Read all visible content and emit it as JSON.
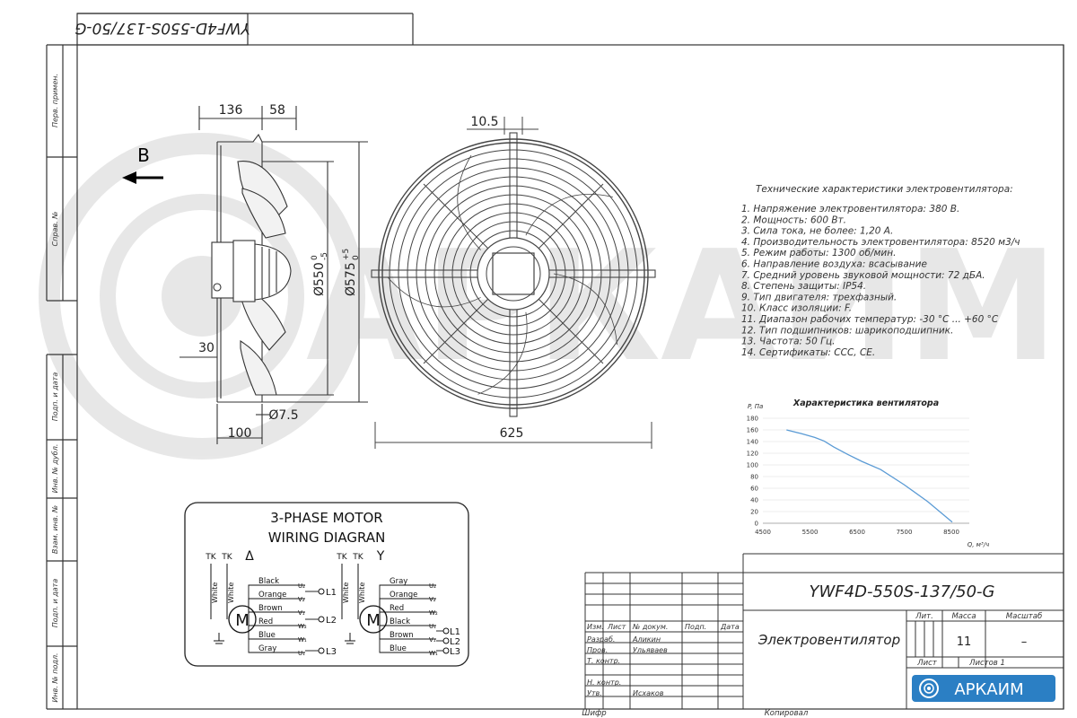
{
  "sheet": {
    "top_stamp": "YWF4D-550S-137/50-G",
    "side_labels": [
      "Перв. примен.",
      "Справ. №",
      "Подп. и дата",
      "Инв. № дубл.",
      "Взам. инв. №",
      "Подп. и дата",
      "Инв. № подл."
    ]
  },
  "side_view": {
    "airflow_letter": "B",
    "dims": {
      "d136": "136",
      "d58": "58",
      "d30": "30",
      "d100": "100",
      "hole": "Ø7.5",
      "dia550": "Ø550",
      "dia550_tol_top": "0",
      "dia550_tol_bot": "-5",
      "dia575": "Ø575",
      "dia575_tol_top": "+5",
      "dia575_tol_bot": "0"
    }
  },
  "front_view": {
    "d10_5": "10.5",
    "d625": "625"
  },
  "specs": {
    "title": "Технические характеристики электровентилятора:",
    "items": [
      "1. Напряжение электровентилятора: 380 В.",
      "2. Мощность: 600 Вт.",
      "3. Сила тока, не более: 1,20 А.",
      "4. Производительность электровентилятора: 8520 м3/ч",
      "5. Режим работы: 1300 об/мин.",
      "6. Направление воздуха: всасывание",
      "7. Средний уровень звуковой мощности: 72 дБА.",
      "8. Степень защиты: IP54.",
      "9. Тип двигателя: трехфазный.",
      "10. Класс изоляции: F.",
      "11. Диапазон рабочих температур: -30 °C ... +60 °C",
      "12. Тип подшипников: шарикоподшипник.",
      "13. Частота: 50 Гц.",
      "14. Сертификаты: CCC, CE."
    ]
  },
  "chart_data": {
    "type": "line",
    "title": "Характеристика вентилятора",
    "ylabel": "P, Па",
    "xlabel": "Q, м³/ч",
    "xlim": [
      4500,
      8500
    ],
    "ylim": [
      0,
      180
    ],
    "x_ticks": [
      "4500",
      "5500",
      "6500",
      "7500",
      "8500"
    ],
    "y_ticks": [
      "0",
      "20",
      "40",
      "60",
      "80",
      "100",
      "120",
      "140",
      "160",
      "180"
    ],
    "line_color": "#5b9bd5",
    "series": [
      {
        "x": [
          5000,
          5300,
          5600,
          5800,
          6000,
          6300,
          6600,
          7000,
          7500,
          8000,
          8520
        ],
        "y": [
          160,
          154,
          147,
          141,
          131,
          118,
          106,
          92,
          66,
          37,
          2
        ]
      }
    ]
  },
  "wiring": {
    "title1": "3-PHASE MOTOR",
    "title2": "WIRING DIAGRAN",
    "delta_symbol": "Δ",
    "star_symbol": "Y",
    "tk": "TK",
    "white": "White",
    "motor": "M",
    "left_wires": [
      {
        "name": "Black",
        "term": "U₂"
      },
      {
        "name": "Orange",
        "term": "V₂"
      },
      {
        "name": "Brown",
        "term": "V₁"
      },
      {
        "name": "Red",
        "term": "W₂"
      },
      {
        "name": "Blue",
        "term": "W₁"
      },
      {
        "name": "Gray",
        "term": "U₁"
      }
    ],
    "left_lines": [
      "L1",
      "L2",
      "L3"
    ],
    "right_wires": [
      {
        "name": "Gray",
        "term": "U₂"
      },
      {
        "name": "Orange",
        "term": "V₂"
      },
      {
        "name": "Red",
        "term": "W₂"
      },
      {
        "name": "Black",
        "term": "U₁"
      },
      {
        "name": "Brown",
        "term": "V₁"
      },
      {
        "name": "Blue",
        "term": "W₁"
      }
    ],
    "right_lines": [
      "L1",
      "L2",
      "L3"
    ]
  },
  "title_block": {
    "designation": "YWF4D-550S-137/50-G",
    "name": "Электровентилятор",
    "headers": {
      "izm": "Изм.",
      "list": "Лист",
      "doc": "№ докум.",
      "podp": "Подп.",
      "data": "Дата"
    },
    "rows": [
      {
        "role": "Разраб.",
        "person": "Аликин"
      },
      {
        "role": "Пров.",
        "person": "Ульяваев"
      },
      {
        "role": "Т. контр.",
        "person": ""
      },
      {
        "role": "",
        "person": ""
      },
      {
        "role": "Н. контр.",
        "person": ""
      },
      {
        "role": "Утв.",
        "person": "Исхаков"
      }
    ],
    "lit_label": "Лит.",
    "mass_label": "Масса",
    "scale_label": "Масштаб",
    "mass": "11",
    "scale": "–",
    "sheet_label": "Лист",
    "sheets_label": "Листов 1",
    "company": "АРКАИМ",
    "copied": "Копировал",
    "cipher": "Шифр"
  },
  "watermark": "АРКАИМ"
}
